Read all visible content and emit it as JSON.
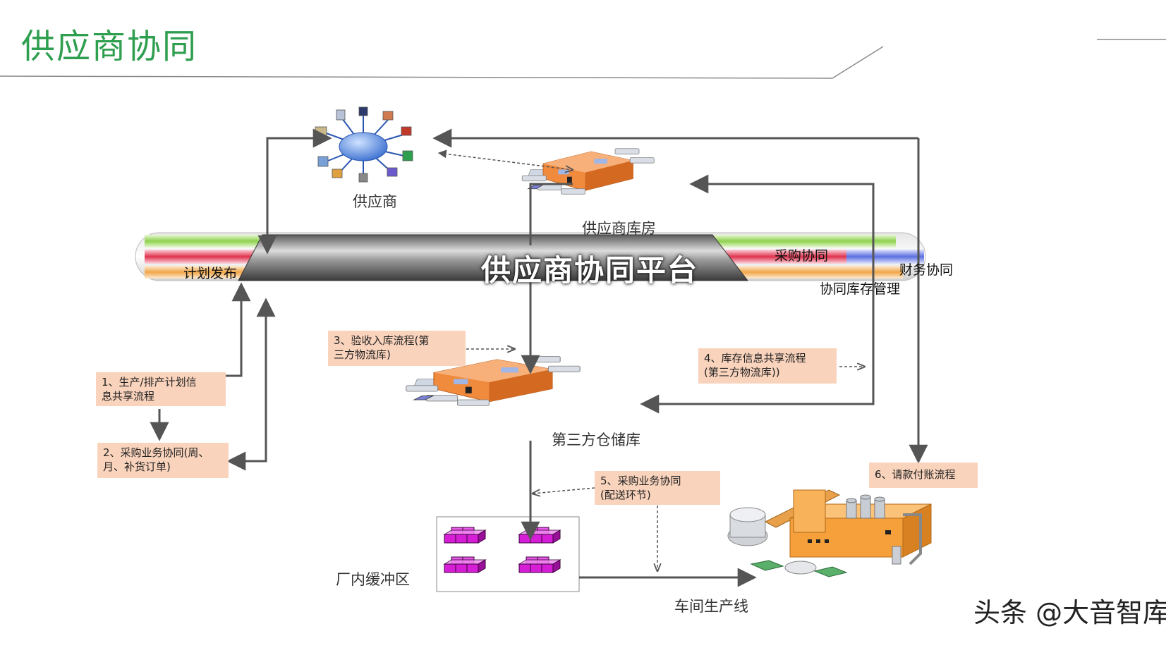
{
  "page": {
    "title": "供应商协同"
  },
  "platform": {
    "title": "供应商协同平台",
    "left_band": "计划发布",
    "right_bands": [
      "采购协同",
      "财务协同",
      "协同库存管理"
    ]
  },
  "nodes": {
    "supplier": "供应商",
    "supplier_warehouse": "供应商库房",
    "third_party_warehouse": "第三方仓储库",
    "buffer_zone": "厂内缓冲区",
    "production_line": "车间生产线"
  },
  "notes": [
    {
      "lines": [
        "1、生产/排产计划信",
        "息共享流程"
      ]
    },
    {
      "lines": [
        "2、采购业务协同(周、",
        "月、补货订单)"
      ]
    },
    {
      "lines": [
        "3、验收入库流程(第",
        "三方物流库)"
      ]
    },
    {
      "lines": [
        "4、库存信息共享流程",
        "(第三方物流库))"
      ]
    },
    {
      "lines": [
        "5、采购业务协同",
        "(配送环节)"
      ]
    },
    {
      "lines": [
        "6、请款付账流程"
      ]
    }
  ],
  "watermark": "头条 @大音智库",
  "colors": {
    "title": "#2e9e4f",
    "note_bg": "#f9d3bc",
    "band_green": "#8fd14f",
    "band_red": "#e0334f",
    "band_orange": "#f0a64a",
    "band_blue": "#5b6fe0",
    "warehouse_orange": "#f08a3c",
    "buffer_magenta": "#d61ed6",
    "factory_orange": "#f5a03a"
  },
  "icons": [
    "supplier-network-icon",
    "warehouse-icon",
    "warehouse-icon",
    "stacked-boxes-icon",
    "factory-icon"
  ]
}
